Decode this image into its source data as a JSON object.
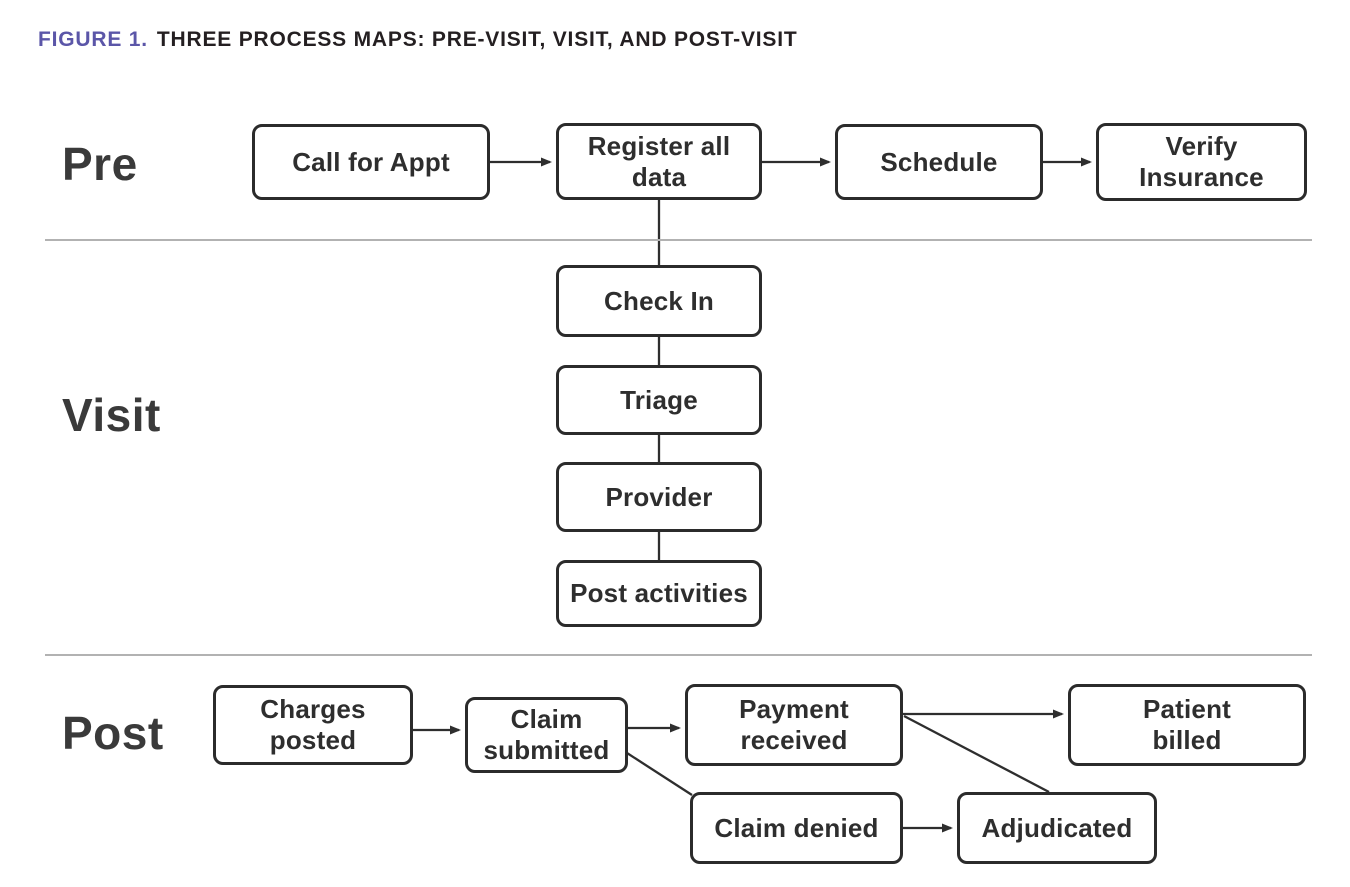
{
  "figure": {
    "label": "FIGURE 1.",
    "title": "THREE PROCESS MAPS: PRE-VISIT, VISIT, AND POST-VISIT"
  },
  "colors": {
    "figure_label": "#5b56a8",
    "heading_text": "#241f21",
    "box_border": "#2b2b2b",
    "box_text": "#2e2e2e",
    "connector": "#2e2e2e",
    "divider": "#b2b2b2",
    "background": "#ffffff"
  },
  "sections": {
    "pre": {
      "label": "Pre",
      "nodes": [
        {
          "label": "Call for Appt"
        },
        {
          "label": "Register all\ndata"
        },
        {
          "label": "Schedule"
        },
        {
          "label": "Verify\nInsurance"
        }
      ]
    },
    "visit": {
      "label": "Visit",
      "nodes": [
        {
          "label": "Check In"
        },
        {
          "label": "Triage"
        },
        {
          "label": "Provider"
        },
        {
          "label": "Post activities"
        }
      ]
    },
    "post": {
      "label": "Post",
      "nodes": [
        {
          "label": "Charges\nposted"
        },
        {
          "label": "Claim\nsubmitted"
        },
        {
          "label": "Payment\nreceived"
        },
        {
          "label": "Patient\nbilled"
        },
        {
          "label": "Claim denied"
        },
        {
          "label": "Adjudicated"
        }
      ]
    }
  },
  "connections": [
    {
      "from": "Call for Appt",
      "to": "Register all data",
      "type": "arrow"
    },
    {
      "from": "Register all data",
      "to": "Schedule",
      "type": "arrow"
    },
    {
      "from": "Schedule",
      "to": "Verify Insurance",
      "type": "arrow"
    },
    {
      "from": "Register all data",
      "to": "Check In",
      "type": "line"
    },
    {
      "from": "Check In",
      "to": "Triage",
      "type": "line"
    },
    {
      "from": "Triage",
      "to": "Provider",
      "type": "line"
    },
    {
      "from": "Provider",
      "to": "Post activities",
      "type": "line"
    },
    {
      "from": "Charges posted",
      "to": "Claim submitted",
      "type": "arrow"
    },
    {
      "from": "Claim submitted",
      "to": "Payment received",
      "type": "arrow"
    },
    {
      "from": "Payment received",
      "to": "Patient billed",
      "type": "arrow"
    },
    {
      "from": "Claim submitted",
      "to": "Claim denied",
      "type": "line"
    },
    {
      "from": "Claim denied",
      "to": "Adjudicated",
      "type": "arrow"
    },
    {
      "from": "Adjudicated",
      "to": "Payment received",
      "type": "line"
    }
  ]
}
